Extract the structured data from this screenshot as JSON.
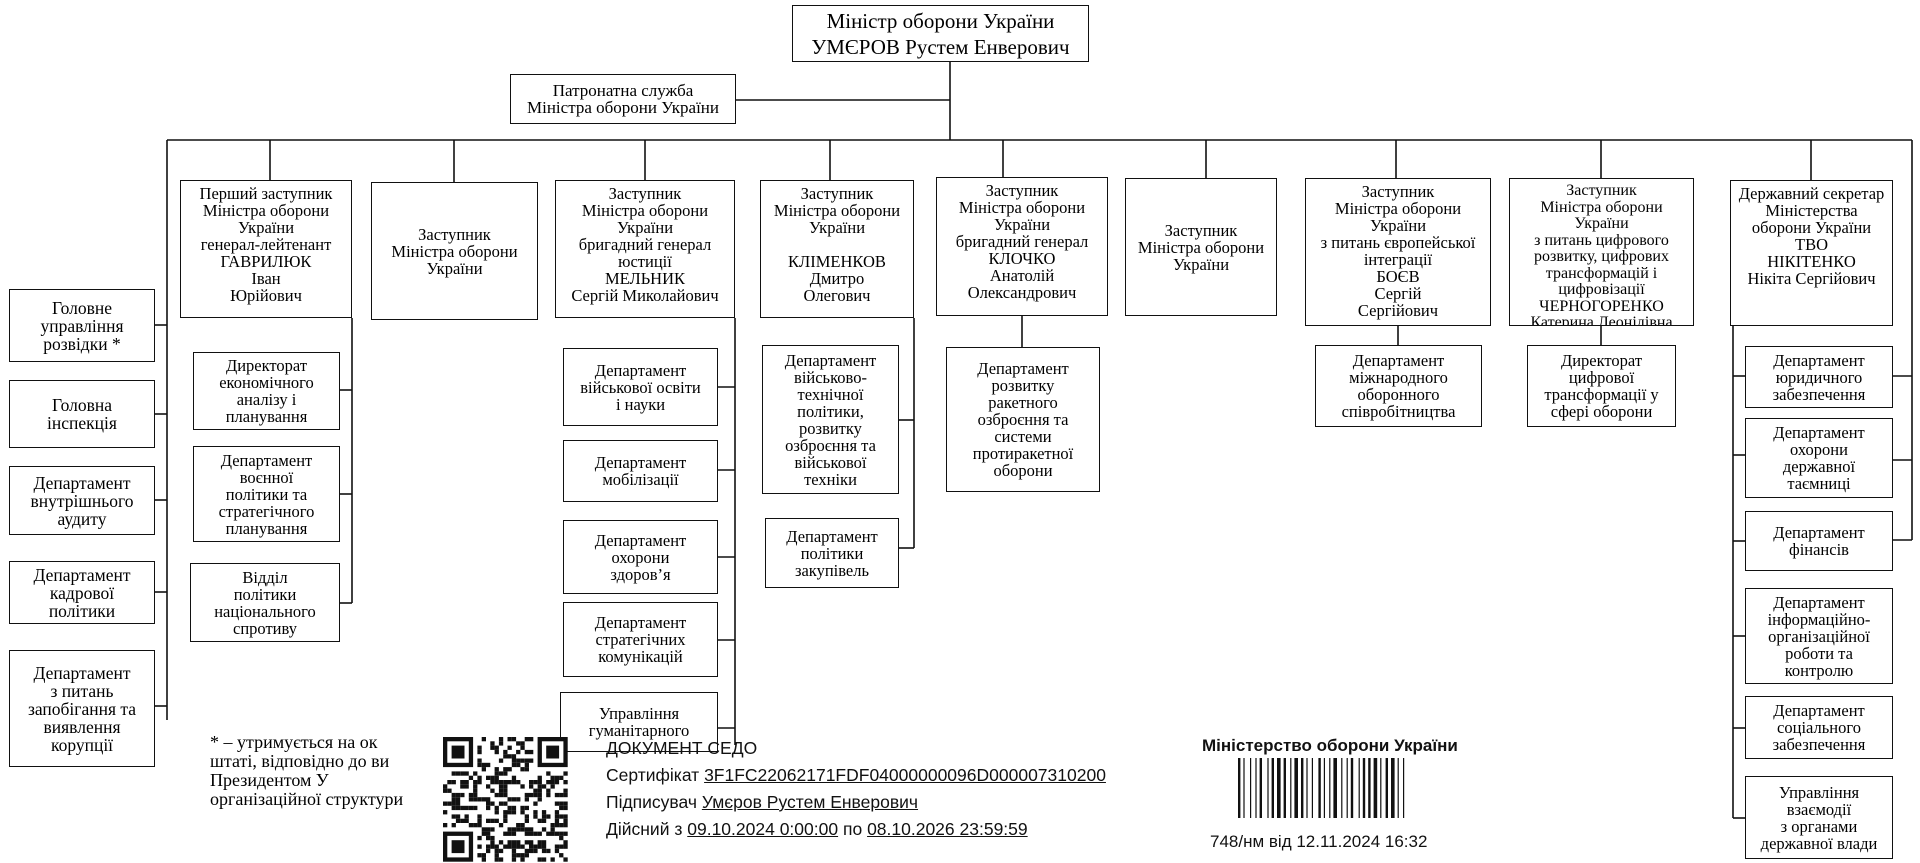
{
  "minister": {
    "title": "Міністр оборони України",
    "name": "УМЄРОВ Рустем Енверович"
  },
  "patronage": "Патронатна служба\nМіністра оборони України",
  "deputies": [
    "Перший заступник\nМіністра оборони\nУкраїни\nгенерал-лейтенант\nГАВРИЛЮК\nІван\nЮрійович",
    "Заступник\nМіністра оборони\nУкраїни",
    "Заступник\nМіністра оборони\nУкраїни\nбригадний генерал\nюстиції\nМЕЛЬНИК\nСергій Миколайович",
    "Заступник\nМіністра оборони\nУкраїни\n\nКЛІМЕНКОВ\nДмитро\nОлегович",
    "Заступник\nМіністра оборони\nУкраїни\nбригадний генерал\nКЛОЧКО\nАнатолій\nОлександрович",
    "Заступник\nМіністра оборони\nУкраїни",
    "Заступник\nМіністра оборони\nУкраїни\nз питань європейської\nінтеграції\nБОЄВ\nСергій\nСергійович",
    "Заступник\nМіністра оборони України\nз питань цифрового\nрозвитку, цифрових\nтрансформацій і\nцифровізації\nЧЕРНОГОРЕНКО\nКатерина Леонідівна",
    "Державний секретар\nМіністерства\nоборони України\nТВО\nНІКІТЕНКО\nНікіта Сергійович"
  ],
  "left_units": [
    "Головне\nуправління\nрозвідки *",
    "Головна\nінспекція",
    "Департамент\nвнутрішнього\nаудиту",
    "Департамент\nкадрової\nполітики",
    "Департамент\nз питань\nзапобігання та\nвиявлення\nкорупції"
  ],
  "gavryliuk_units": [
    "Директорат\nекономічного\nаналізу і\nпланування",
    "Департамент\nвоєнної\nполітики та\nстратегічного\nпланування",
    "Відділ\nполітики\nнаціонального\nспротиву"
  ],
  "melnyk_units": [
    "Департамент\nвійськової освіти\nі науки",
    "Департамент\nмобілізації",
    "Департамент\nохорони\nздоров’я",
    "Департамент\nстратегічних\nкомунікацій",
    "Управління\nгуманітарного"
  ],
  "klimenkov_units": [
    "Департамент\nвійськово-\nтехнічної\nполітики,\nрозвитку\nозброєння та\nвійськової\nтехніки",
    "Департамент\nполітики\nзакупівель"
  ],
  "klochko_units": [
    "Департамент\nрозвитку\nракетного\nозброєння та\nсистеми\nпротиракетної\nоборони"
  ],
  "boev_units": [
    "Департамент\nміжнародного\nоборонного\nспівробітництва"
  ],
  "chernogorenko_units": [
    "Директорат\nцифрової\nтрансформації у\nсфері оборони"
  ],
  "secretary_units": [
    "Департамент\nюридичного\nзабезпечення",
    "Департамент\nохорони\nдержавної\nтаємниці",
    "Департамент\nфінансів",
    "Департамент\nінформаційно-\nорганізаційної\nроботи та\nконтролю",
    "Департамент\nсоціального\nзабезпечення",
    "Управління\nвзаємодії\nз органами\nдержавної влади"
  ],
  "footnote": "* – утримується на ок\nштаті, відповідно до ви\nПрезидентом             У\nорганізаційної структури",
  "sedo": {
    "title": "ДОКУМЕНТ СЕДО",
    "cert_label": "Сертифікат",
    "cert_value": "3F1FC22062171FDF04000000096D000007310200",
    "signer_label": "Підписувач",
    "signer_value": "Умєров Рустем Енверович",
    "valid_label": "Дійсний з",
    "valid_from": "09.10.2024 0:00:00",
    "valid_sep": "по",
    "valid_to": "08.10.2026 23:59:59"
  },
  "stamp": {
    "org": "Міністерство оборони України",
    "reg": "748/нм від 12.11.2024 16:32"
  },
  "colors": {
    "line": "#111111",
    "background": "#ffffff"
  }
}
